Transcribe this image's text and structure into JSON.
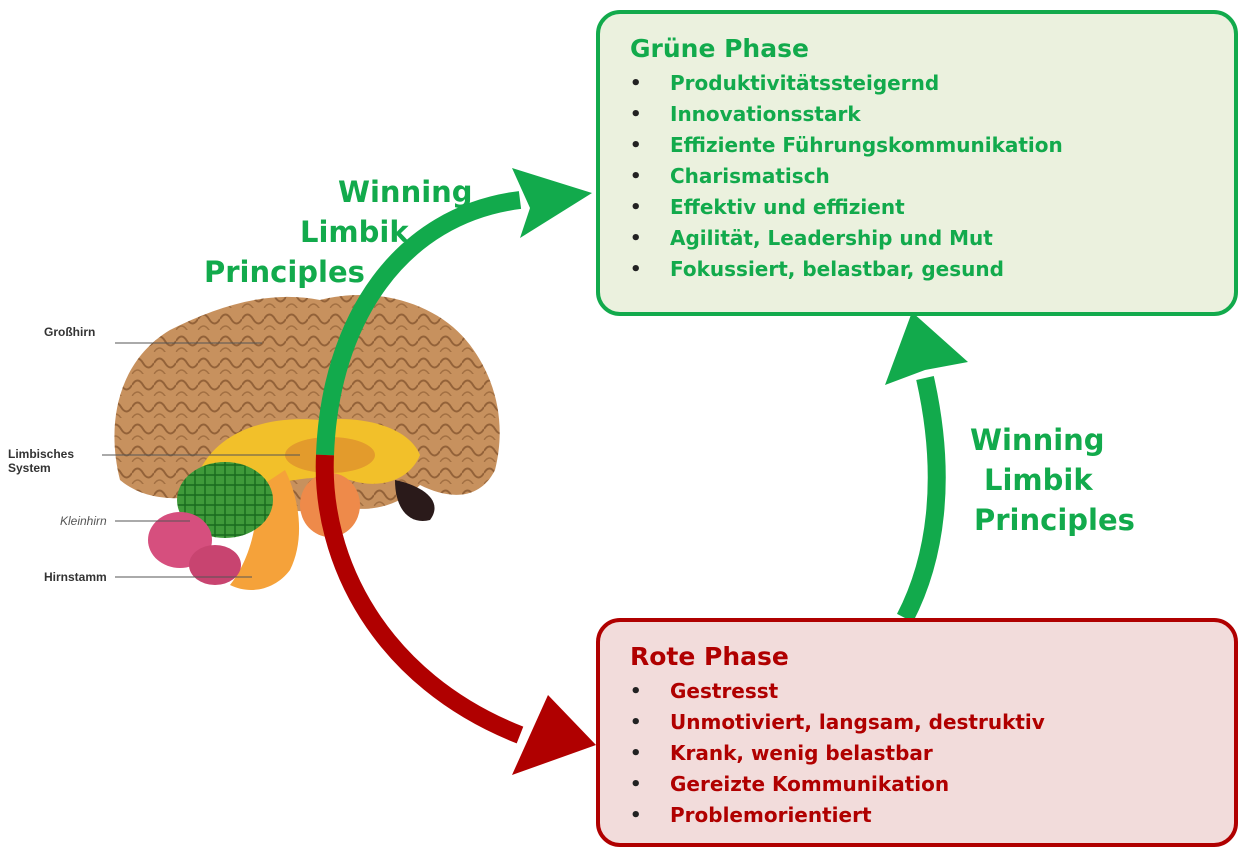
{
  "green_phase": {
    "title": "Grüne Phase",
    "items": [
      "Produktivitätssteigernd",
      "Innovationsstark",
      "Effiziente Führungskommunikation",
      "Charismatisch",
      "Effektiv und effizient",
      "Agilität, Leadership und Mut",
      "Fokussiert, belastbar, gesund"
    ],
    "color": "#12aa4c",
    "background": "#ebf1de"
  },
  "red_phase": {
    "title": "Rote Phase",
    "items": [
      "Gestresst",
      "Unmotiviert, langsam, destruktiv",
      "Krank, wenig belastbar",
      "Gereizte Kommunikation",
      "Problemorientiert"
    ],
    "color": "#b00000",
    "background": "#f2dcdb"
  },
  "arrow_label_left": {
    "lines": [
      "Winning",
      "Limbik",
      "Principles"
    ]
  },
  "arrow_label_right": {
    "lines": [
      "Winning",
      "Limbik",
      "Principles"
    ]
  },
  "brain": {
    "labels": {
      "cerebrum": "Großhirn",
      "limbic_line1": "Limbisches",
      "limbic_line2": "System",
      "cerebellum": "Kleinhirn",
      "brainstem": "Hirnstamm"
    }
  },
  "bullet_glyph": "•"
}
